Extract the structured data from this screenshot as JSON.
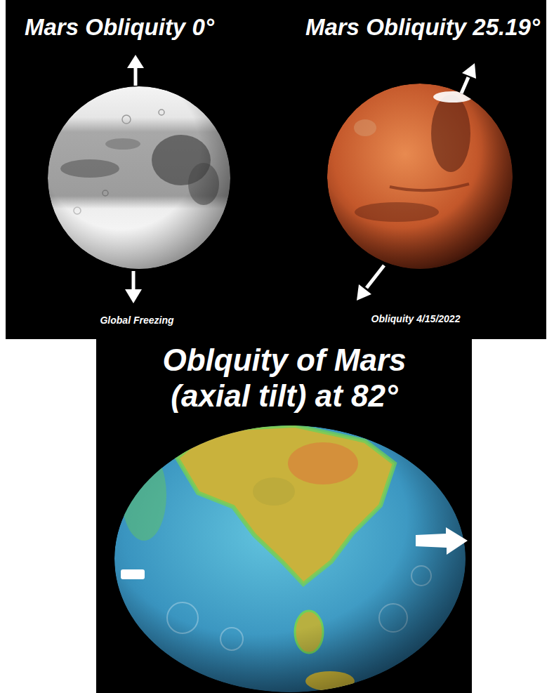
{
  "diagram": {
    "labels": [
      "Mars Obliquity 0°",
      "Mars Obliquity 25.19°",
      "Global Freezing",
      "Obliquity 4/15/2022",
      "Oblquity of Mars (axial tilt) at 82°"
    ]
  }
}
